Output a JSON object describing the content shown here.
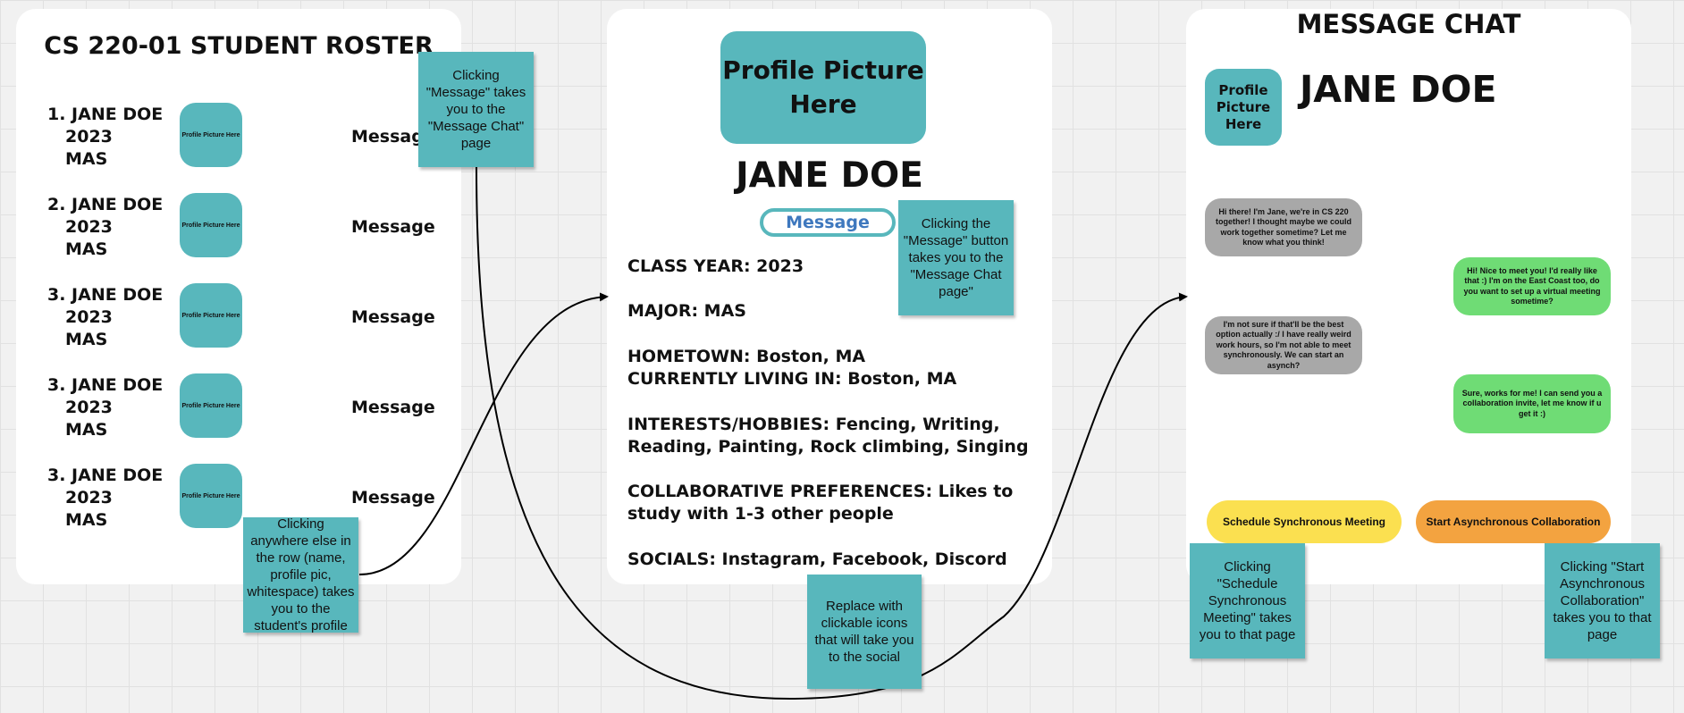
{
  "roster": {
    "title": "CS 220-01 STUDENT ROSTER",
    "rows": [
      {
        "name": "1. JANE DOE",
        "year": "2023",
        "major": "MAS",
        "pic": "Profile Picture Here",
        "message": "Message"
      },
      {
        "name": "2. JANE DOE",
        "year": "2023",
        "major": "MAS",
        "pic": "Profile Picture Here",
        "message": "Message"
      },
      {
        "name": "3. JANE DOE",
        "year": "2023",
        "major": "MAS",
        "pic": "Profile Picture Here",
        "message": "Message"
      },
      {
        "name": "3. JANE DOE",
        "year": "2023",
        "major": "MAS",
        "pic": "Profile Picture Here",
        "message": "Message"
      },
      {
        "name": "3. JANE DOE",
        "year": "2023",
        "major": "MAS",
        "pic": "Profile Picture Here",
        "message": "Message"
      }
    ]
  },
  "profile": {
    "pic": "Profile Picture Here",
    "name": "JANE DOE",
    "message_button": "Message",
    "class_year": "CLASS YEAR: 2023",
    "major": "MAJOR: MAS",
    "hometown": "HOMETOWN: Boston, MA",
    "living": "CURRENTLY LIVING IN: Boston, MA",
    "interests": "INTERESTS/HOBBIES: Fencing, Writing, Reading, Painting, Rock climbing, Singing",
    "collab": "COLLABORATIVE PREFERENCES: Likes to study with 1-3 other people",
    "socials": "SOCIALS: Instagram, Facebook, Discord"
  },
  "chat": {
    "title": "MESSAGE CHAT",
    "pic": "Profile Picture Here",
    "name": "JANE DOE",
    "messages": [
      {
        "from": "other",
        "text": "Hi there! I'm Jane, we're in CS 220 together! I thought maybe we could work together sometime? Let me know what you think!"
      },
      {
        "from": "me",
        "text": "Hi! Nice to meet you! I'd really like that :) I'm on the East Coast too, do you want to set up a virtual meeting sometime?"
      },
      {
        "from": "other",
        "text": "I'm not sure if that'll be the best option actually :/ I have really weird work hours, so I'm not able to meet synchronously. We can start an asynch?"
      },
      {
        "from": "me",
        "text": "Sure, works for me! I can send you a collaboration invite, let me know if u get it :)"
      }
    ],
    "schedule_button": "Schedule Synchronous Meeting",
    "async_button": "Start Asynchronous Collaboration"
  },
  "notes": {
    "message_chat": "Clicking \"Message\" takes you to the \"Message Chat\" page",
    "row_profile": "Clicking anywhere else in the row (name, profile pic, whitespace) takes you to the student's profile",
    "profile_message": "Clicking the \"Message\" button takes you to the \"Message Chat page\"",
    "socials": "Replace with clickable icons that will take you to the social",
    "schedule": "Clicking \"Schedule Synchronous Meeting\" takes you to that page",
    "async": "Clicking \"Start Asynchronous Collaboration\" takes you to that page"
  },
  "colors": {
    "teal": "#58b7bc",
    "gray_bubble": "#a8a8a8",
    "green_bubble": "#6fdc75",
    "yellow_button": "#fbe050",
    "orange_button": "#f3a340",
    "link_blue": "#3e78be"
  }
}
